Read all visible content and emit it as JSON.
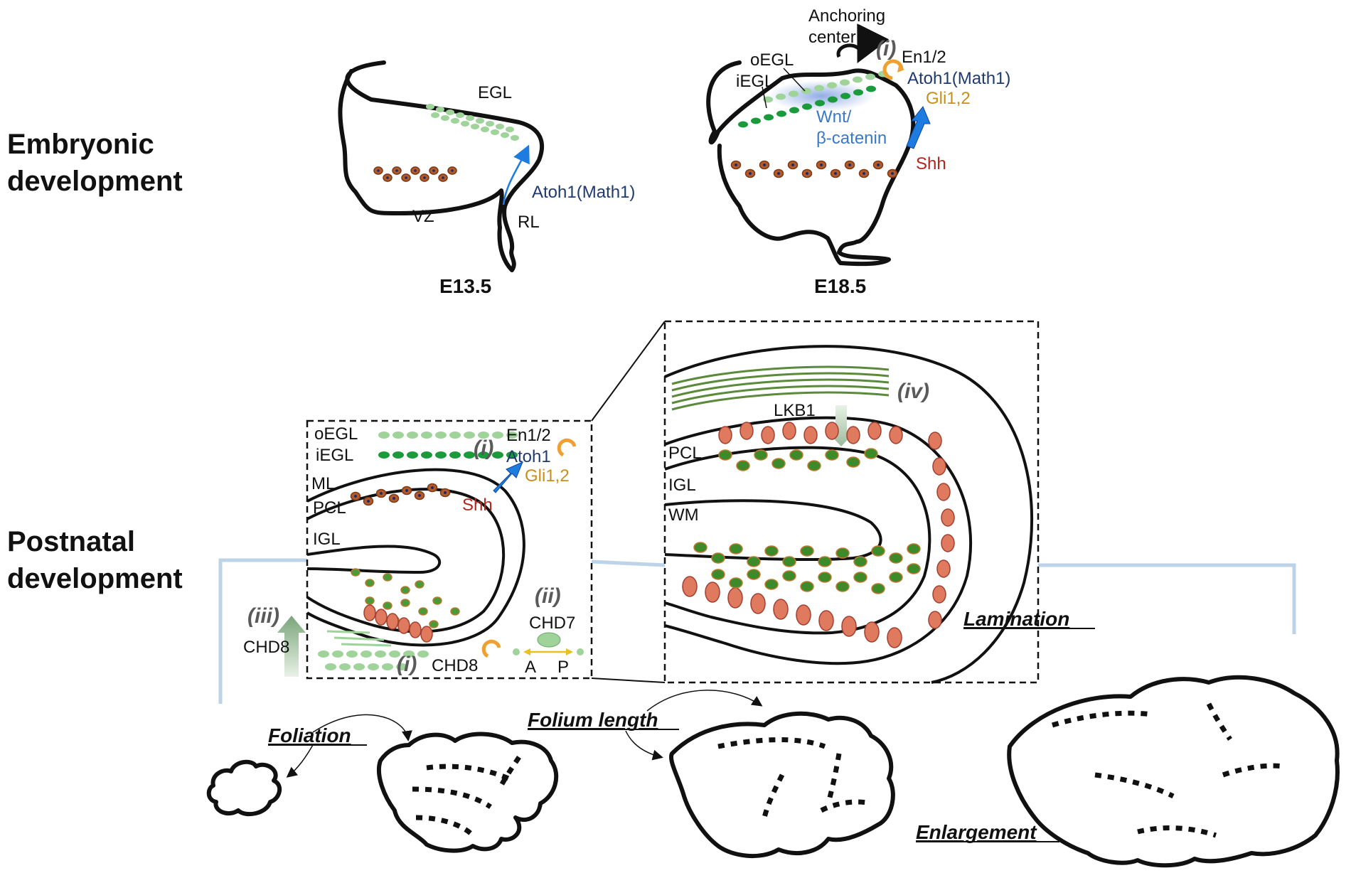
{
  "colors": {
    "egl_outer": "#9fd39a",
    "egl_inner": "#1a9a3a",
    "purkinje_precursor": "#b35a2a",
    "purkinje": "#e07a5f",
    "granule": "#3c8a2a",
    "blue_arrow": "#1e7be0",
    "wnt_blue": "#3a78c8",
    "shh_red": "#b3261e",
    "gli_gold": "#c8901a",
    "atoh_navy": "#1f3a6e",
    "bracket": "#bcd3e8"
  },
  "sections": {
    "embryonic": "Embryonic development",
    "embryonic_l1": "Embryonic",
    "embryonic_l2": "development",
    "postnatal": "Postnatal development",
    "postnatal_l1": "Postnatal",
    "postnatal_l2": "development"
  },
  "e135": {
    "stage": "E13.5",
    "egl": "EGL",
    "vz": "VZ",
    "rl": "RL",
    "atoh1": "Atoh1(Math1)"
  },
  "e185": {
    "stage": "E18.5",
    "anchoring_1": "Anchoring",
    "anchoring_2": "center",
    "marker_i": "(i)",
    "oegl": "oEGL",
    "iegl": "iEGL",
    "en12": "En1/2",
    "atoh1": "Atoh1(Math1)",
    "gli": "Gli1,2",
    "wnt_1": "Wnt/",
    "wnt_2": "β-catenin",
    "shh": "Shh"
  },
  "post_inset": {
    "oegl": "oEGL",
    "iegl": "iEGL",
    "marker_i_top": "(i)",
    "en12": "En1/2",
    "atoh1": "Atoh1",
    "gli": "Gli1,2",
    "ml": "ML",
    "pcl": "PCL",
    "shh": "Shh",
    "igl": "IGL",
    "marker_iii": "(iii)",
    "chd8_left": "CHD8",
    "marker_ii": "(ii)",
    "chd7": "CHD7",
    "marker_i_bottom": "(i)",
    "chd8_bottom": "CHD8",
    "a": "A",
    "p": "P"
  },
  "zoom_inset": {
    "marker_iv": "(iv)",
    "lkb1": "LKB1",
    "pcl": "PCL",
    "igl": "IGL",
    "wm": "WM",
    "lamination": "Lamination"
  },
  "processes": {
    "foliation": "Foliation",
    "folium_length": "Folium length",
    "enlargement": "Enlargement"
  }
}
